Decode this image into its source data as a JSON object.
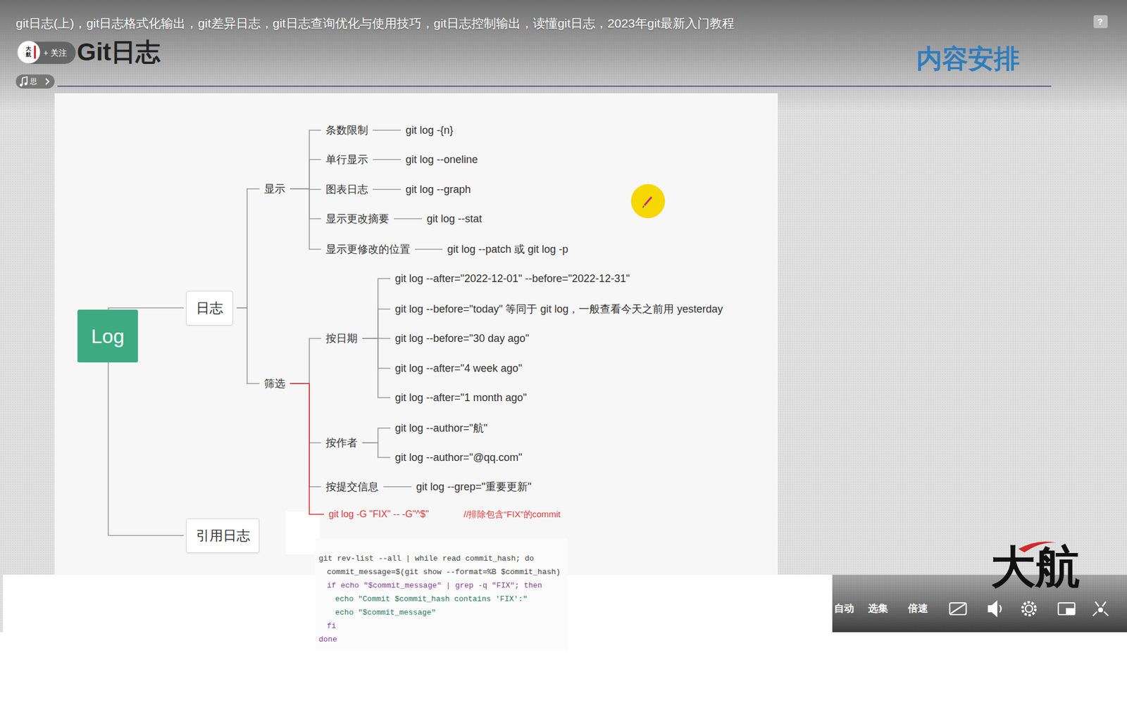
{
  "diagram": {
    "title": "git日志(上)，git日志格式化输出，git差异日志，git日志查询优化与使用技巧，git日志控制输出，读懂git日志，2023年git最新入门教程",
    "nodes": [
      {
        "text": [
          "Log"
        ]
      },
      {
        "text": [
          "日志"
        ]
      },
      {
        "text": [
          "引用日志"
        ]
      },
      {
        "text": [
          "显示"
        ]
      },
      {
        "text": [
          "筛选"
        ]
      },
      {
        "text": [
          "条数限制"
        ]
      },
      {
        "text": [
          "git log -{n}"
        ]
      },
      {
        "text": [
          "单行显示"
        ]
      },
      {
        "text": [
          "git log --oneline"
        ]
      },
      {
        "text": [
          "图表日志"
        ]
      },
      {
        "text": [
          "git log --graph"
        ]
      },
      {
        "text": [
          "显示更改摘要"
        ]
      },
      {
        "text": [
          "git log --stat"
        ]
      },
      {
        "text": [
          "显示更修改的位置"
        ]
      },
      {
        "text": [
          "git log --patch 或 git log -p"
        ]
      },
      {
        "text": [
          "按日期"
        ]
      },
      {
        "text": [
          "git log --after=\"2022-12-01\" --before=\"2022-12-31\""
        ]
      },
      {
        "text": [
          "git log --before=\"today\" 等同于 git log，一般查看今天之前用 yesterday"
        ]
      },
      {
        "text": [
          "git log --before=\"30 day ago\""
        ]
      },
      {
        "text": [
          "git log --after=\"4 week ago\""
        ]
      },
      {
        "text": [
          "git log --after=\"1 month ago\""
        ]
      },
      {
        "text": [
          "按作者"
        ]
      },
      {
        "text": [
          "git log --author=\"航\""
        ]
      },
      {
        "text": [
          "git log --author=\"@qq.com\""
        ]
      },
      {
        "text": [
          "按提交信息"
        ]
      },
      {
        "text": [
          "git log --grep=\"重要更新\""
        ]
      },
      {
        "text": [
          "git log -G \"FIX\" -- -G\"^$\""
        ]
      }
    ],
    "edges": [
      {
        "from": 0,
        "to": 1,
        "arrow": "none"
      },
      {
        "from": 0,
        "to": 2,
        "arrow": "none"
      },
      {
        "from": 1,
        "to": 3,
        "arrow": "none"
      },
      {
        "from": 1,
        "to": 4,
        "arrow": "none"
      },
      {
        "from": 3,
        "to": 5,
        "arrow": "none"
      },
      {
        "from": 5,
        "to": 6,
        "arrow": "none"
      },
      {
        "from": 3,
        "to": 7,
        "arrow": "none"
      },
      {
        "from": 7,
        "to": 8,
        "arrow": "none"
      },
      {
        "from": 3,
        "to": 9,
        "arrow": "none"
      },
      {
        "from": 9,
        "to": 10,
        "arrow": "none"
      },
      {
        "from": 3,
        "to": 11,
        "arrow": "none"
      },
      {
        "from": 11,
        "to": 12,
        "arrow": "none"
      },
      {
        "from": 3,
        "to": 13,
        "arrow": "none"
      },
      {
        "from": 13,
        "to": 14,
        "arrow": "none"
      },
      {
        "from": 4,
        "to": 15,
        "arrow": "none"
      },
      {
        "from": 15,
        "to": 16,
        "arrow": "none"
      },
      {
        "from": 15,
        "to": 17,
        "arrow": "none"
      },
      {
        "from": 15,
        "to": 18,
        "arrow": "none"
      },
      {
        "from": 15,
        "to": 19,
        "arrow": "none"
      },
      {
        "from": 15,
        "to": 20,
        "arrow": "none"
      },
      {
        "from": 4,
        "to": 21,
        "arrow": "none"
      },
      {
        "from": 21,
        "to": 22,
        "arrow": "none"
      },
      {
        "from": 21,
        "to": 23,
        "arrow": "none"
      },
      {
        "from": 4,
        "to": 24,
        "arrow": "none"
      },
      {
        "from": 24,
        "to": 25,
        "arrow": "none"
      },
      {
        "from": 4,
        "to": 26,
        "arrow": "none"
      }
    ],
    "labels": [
      "+ 关注",
      "Git日志",
      "思",
      "内容安排",
      "?",
      "//排除包含“FIX”的commit",
      "git rev-list --all | while read commit_hash; do",
      "commit_message=$(git show --format=%B $commit_hash)",
      "if echo \"$commit_message\" | grep -q \"FIX\"; then",
      "echo \"Commit $commit_hash contains 'FIX':\"",
      "echo \"$commit_message\"",
      "fi",
      "done",
      "大航",
      "自动",
      "选集",
      "倍速",
      "大航"
    ]
  }
}
